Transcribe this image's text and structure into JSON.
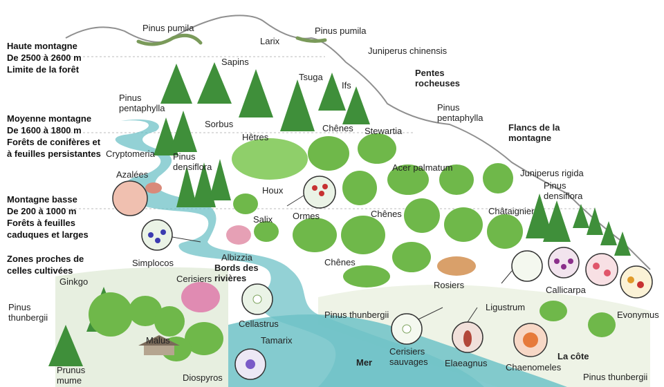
{
  "zones": {
    "high": "Haute montagne\nDe 2500 à 2600 m\nLimite de la forêt",
    "middle": "Moyenne montagne\nDe 1600 à 1800 m\nForêts de conifères et\nà feuilles persistantes",
    "low": "Montagne basse\nDe 200 à 1000 m\nForêts à feuilles\ncaduques et larges",
    "cultivated": "Zones proches de\ncelles cultivées"
  },
  "regions": {
    "rocky_slopes": "Pentes\nrocheuses",
    "mountain_flanks": "Flancs de la\nmontagne",
    "river_banks": "Bords des\nrivières",
    "sea": "Mer",
    "coast": "La côte"
  },
  "plants": {
    "pinus_pumila_1": "Pinus pumila",
    "pinus_pumila_2": "Pinus pumila",
    "larix": "Larix",
    "juniperus_chinensis": "Juniperus chinensis",
    "sapins": "Sapins",
    "tsuga": "Tsuga",
    "ifs": "Ifs",
    "pinus_pentaphylla_1": "Pinus\npentaphylla",
    "pinus_pentaphylla_2": "Pinus\npentaphylla",
    "sorbus": "Sorbus",
    "hetres": "Hêtres",
    "chenes_1": "Chênes",
    "stewartia": "Stewartia",
    "cryptomeria": "Cryptomeria",
    "pinus_densiflora_1": "Pinus\ndensiflora",
    "acer_palmatum": "Acer palmatum",
    "juniperus_rigida": "Juniperus rigida",
    "pinus_densiflora_2": "Pinus\ndensiflora",
    "azalees": "Azalées",
    "houx": "Houx",
    "ormes": "Ormes",
    "chenes_2": "Chênes",
    "chataignier": "Châtaignier",
    "salix": "Salix",
    "simplocos": "Simplocos",
    "albizzia": "Albizzia",
    "chenes_3": "Chênes",
    "ginkgo": "Ginkgo",
    "cerisiers": "Cerisiers",
    "rosiers": "Rosiers",
    "callicarpa": "Callicarpa",
    "pinus_thunbergii_1": "Pinus\nthunbergii",
    "pinus_thunbergii_2": "Pinus thunbergii",
    "ligustrum": "Ligustrum",
    "evonymus": "Evonymus",
    "malus": "Malus",
    "cellastrus": "Cellastrus",
    "tamarix": "Tamarix",
    "cerisiers_sauvages": "Cerisiers\nsauvages",
    "elaeagnus": "Elaeagnus",
    "chaenomeles": "Chaenomeles",
    "prunus_mume": "Prunus\nmume",
    "diospyros": "Diospyros",
    "pinus_thunbergii_3": "Pinus thunbergii"
  },
  "colors": {
    "water": "#6fc2c7",
    "conifer": "#3f8f3a",
    "broadleaf": "#6fb84a",
    "mountain": "#9a9a9a"
  }
}
